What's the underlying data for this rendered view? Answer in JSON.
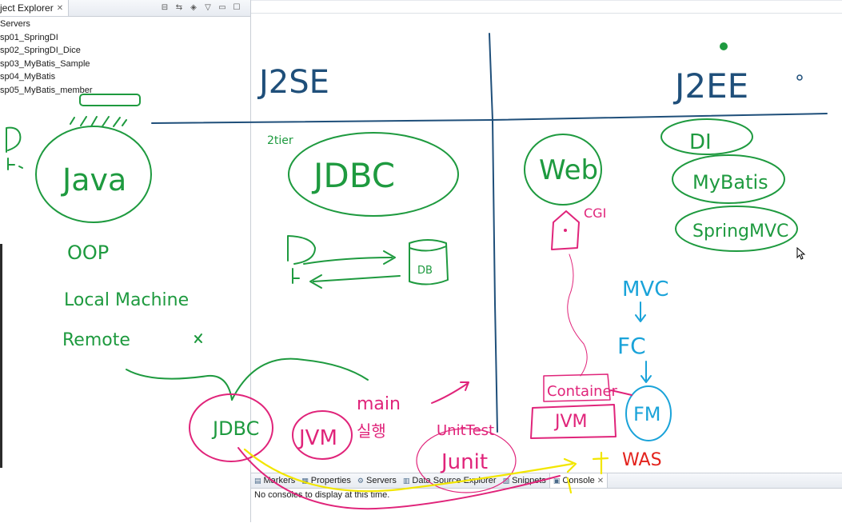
{
  "project_explorer": {
    "tab_label": "ject Explorer",
    "close_glyph": "✕",
    "tools": [
      {
        "name": "collapse-all-icon",
        "glyph": "⊟"
      },
      {
        "name": "link-editor-icon",
        "glyph": "⇆"
      },
      {
        "name": "focus-icon",
        "glyph": "◈"
      },
      {
        "name": "view-menu-icon",
        "glyph": "▽"
      },
      {
        "name": "minimize-icon",
        "glyph": "▭"
      },
      {
        "name": "maximize-icon",
        "glyph": "☐"
      }
    ],
    "items": [
      "Servers",
      "sp01_SpringDI",
      "sp02_SpringDI_Dice",
      "sp03_MyBatis_Sample",
      "sp04_MyBatis",
      "sp05_MyBatis_member"
    ]
  },
  "bottom_panel": {
    "tabs": [
      {
        "label": "Markers",
        "icon": "markers-icon",
        "glyph": "▤"
      },
      {
        "label": "Properties",
        "icon": "properties-icon",
        "glyph": "▦"
      },
      {
        "label": "Servers",
        "icon": "servers-icon",
        "glyph": "⚙"
      },
      {
        "label": "Data Source Explorer",
        "icon": "data-source-icon",
        "glyph": "▥"
      },
      {
        "label": "Snippets",
        "icon": "snippets-icon",
        "glyph": "▧"
      },
      {
        "label": "Console",
        "icon": "console-icon",
        "glyph": "▣",
        "active": true
      }
    ],
    "console_message": "No consoles to display at this time."
  },
  "whiteboard": {
    "headings": {
      "left": "J2SE",
      "right": "J2EE"
    },
    "java": {
      "label": "Java",
      "notes": [
        "OOP",
        "Local Machine",
        "Remote"
      ]
    },
    "jdbc": {
      "label": "JDBC",
      "tier": "2tier",
      "db": "DB"
    },
    "web": {
      "label": "Web",
      "cgi": "CGI"
    },
    "spring": [
      "DI",
      "MyBatis",
      "SpringMVC"
    ],
    "mvc_flow": [
      "MVC",
      "FC",
      "FM"
    ],
    "bottom": {
      "jdbc": "JDBC",
      "jvm": "JVM",
      "main": "main",
      "run": "실행",
      "unittest": "UnitTest",
      "junit": "Junit",
      "container": "Container",
      "jvm2": "JVM",
      "was": "WAS"
    }
  },
  "colors": {
    "green": "#1e9a3f",
    "blue": "#1f4f7a",
    "pink": "#e0247a",
    "cyan": "#1aa3d9",
    "red": "#e3221c",
    "yellow": "#f2e600"
  }
}
